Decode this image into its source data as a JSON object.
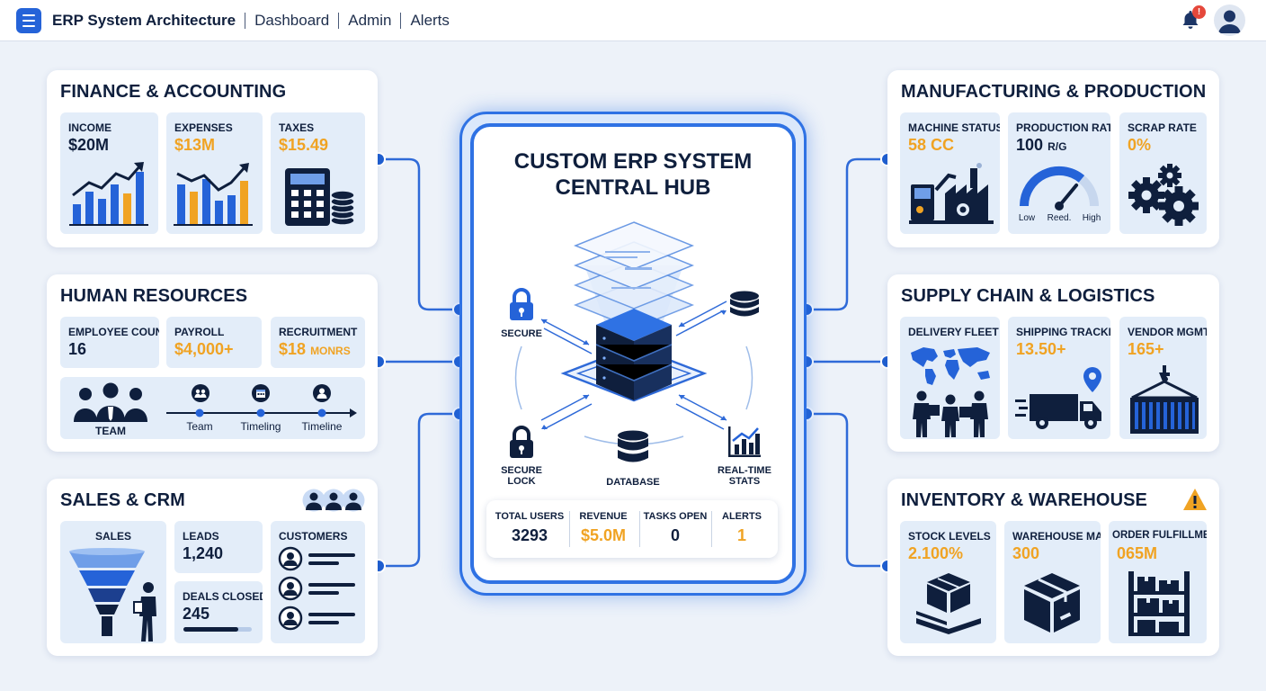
{
  "header": {
    "app_title": "ERP System Architecture",
    "nav": [
      "Dashboard",
      "Admin",
      "Alerts"
    ],
    "notification_badge": "!"
  },
  "colors": {
    "accent": "#2563d8",
    "orange": "#f0a323",
    "navy": "#0f1f3d",
    "tile_bg": "#e3edf9",
    "alert": "#e5483b"
  },
  "finance": {
    "title": "FINANCE & ACCOUNTING",
    "tiles": [
      {
        "label": "INCOME",
        "value": "$20M"
      },
      {
        "label": "EXPENSES",
        "value": "$13M"
      },
      {
        "label": "TAXES",
        "value": "$15.49"
      }
    ]
  },
  "hr": {
    "title": "HUMAN RESOURCES",
    "tiles": [
      {
        "label": "EMPLOYEE COUNT",
        "value": "16"
      },
      {
        "label": "PAYROLL",
        "value": "$4,000+"
      },
      {
        "label": "RECRUITMENT",
        "value": "$18",
        "unit": "MONRS"
      }
    ],
    "team_label": "TEAM",
    "timeline": [
      "Team",
      "Timeling",
      "Timeline"
    ]
  },
  "sales": {
    "title": "SALES & CRM",
    "sales_label": "SALES",
    "leads_label": "LEADS",
    "leads_value": "1,240",
    "deals_label": "DEALS CLOSED",
    "deals_value": "245",
    "deals_progress": 0.8,
    "customers_label": "CUSTOMERS"
  },
  "hub": {
    "title_line1": "CUSTOM ERP SYSTEM",
    "title_line2": "CENTRAL HUB",
    "labels": {
      "secure": "SECURE",
      "secure_lock_1": "SECURE",
      "secure_lock_2": "LOCK",
      "database": "DATABASE",
      "realtime_1": "REAL-TIME",
      "realtime_2": "STATS"
    },
    "stats": [
      {
        "label": "TOTAL USERS",
        "value": "3293"
      },
      {
        "label": "REVENUE",
        "value": "$5.0M"
      },
      {
        "label": "TASKS OPEN",
        "value": "0"
      },
      {
        "label": "ALERTS",
        "value": "1"
      }
    ]
  },
  "manufacturing": {
    "title": "MANUFACTURING & PRODUCTION",
    "tiles": [
      {
        "label": "MACHINE STATUS",
        "value": "58 CC"
      },
      {
        "label": "PRODUCTION RATE",
        "value": "100",
        "unit": "R/G"
      },
      {
        "label": "SCRAP RATE",
        "value": "0%"
      }
    ],
    "gauge_labels": [
      "Low",
      "Reed.",
      "High"
    ],
    "gauge_level": 0.72
  },
  "supply": {
    "title": "SUPPLY CHAIN & LOGISTICS",
    "tiles": [
      {
        "label": "DELIVERY FLEET",
        "value": ""
      },
      {
        "label": "SHIPPING TRACKING",
        "value": "13.50+"
      },
      {
        "label": "VENDOR MGMT",
        "value": "165+"
      }
    ]
  },
  "inventory": {
    "title": "INVENTORY & WAREHOUSE",
    "tiles": [
      {
        "label": "STOCK LEVELS",
        "value": "2.100%"
      },
      {
        "label": "WAREHOUSE MAP",
        "value": "300"
      },
      {
        "label": "ORDER FULFILLMENT",
        "value": "065M"
      }
    ]
  }
}
